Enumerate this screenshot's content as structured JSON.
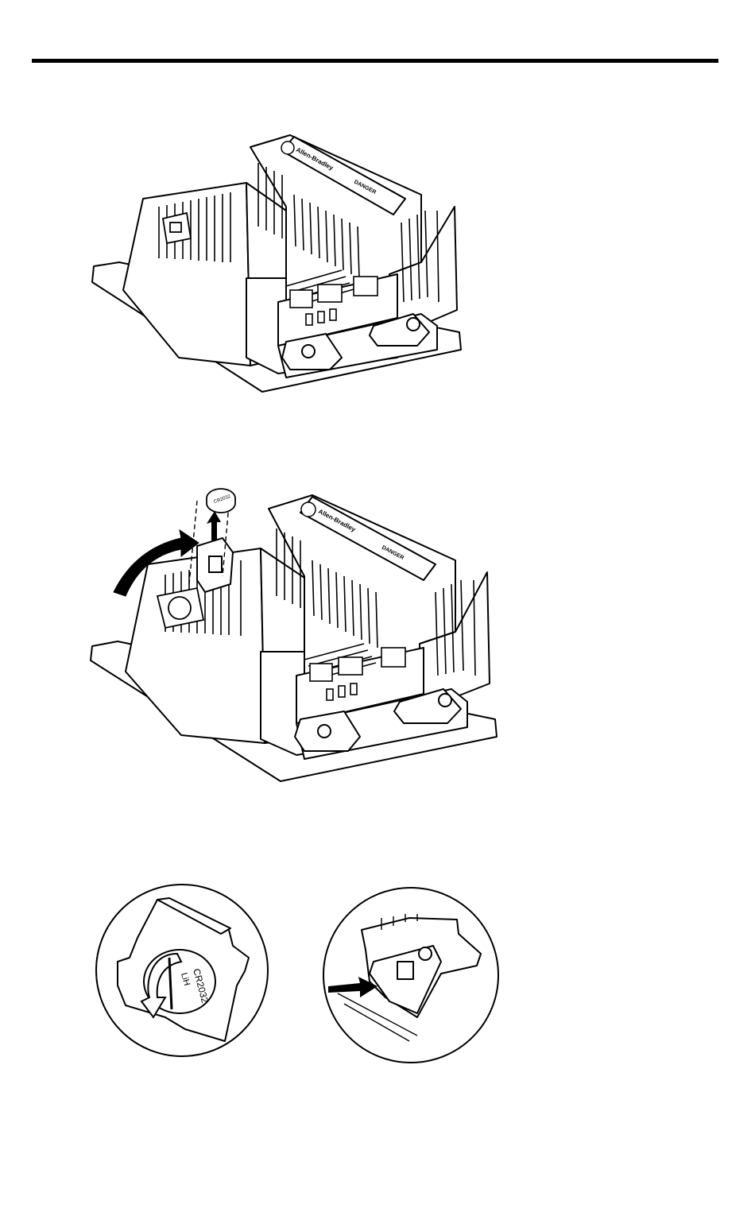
{
  "figure1": {
    "brand_label": "Allen-Bradley",
    "danger_label": "DANGER"
  },
  "figure2": {
    "brand_label": "Allen-Bradley",
    "danger_label": "DANGER",
    "battery_label": "CR2032"
  },
  "figure3": {
    "battery_label": "CR2032",
    "battery_chem_label": "LiH"
  }
}
